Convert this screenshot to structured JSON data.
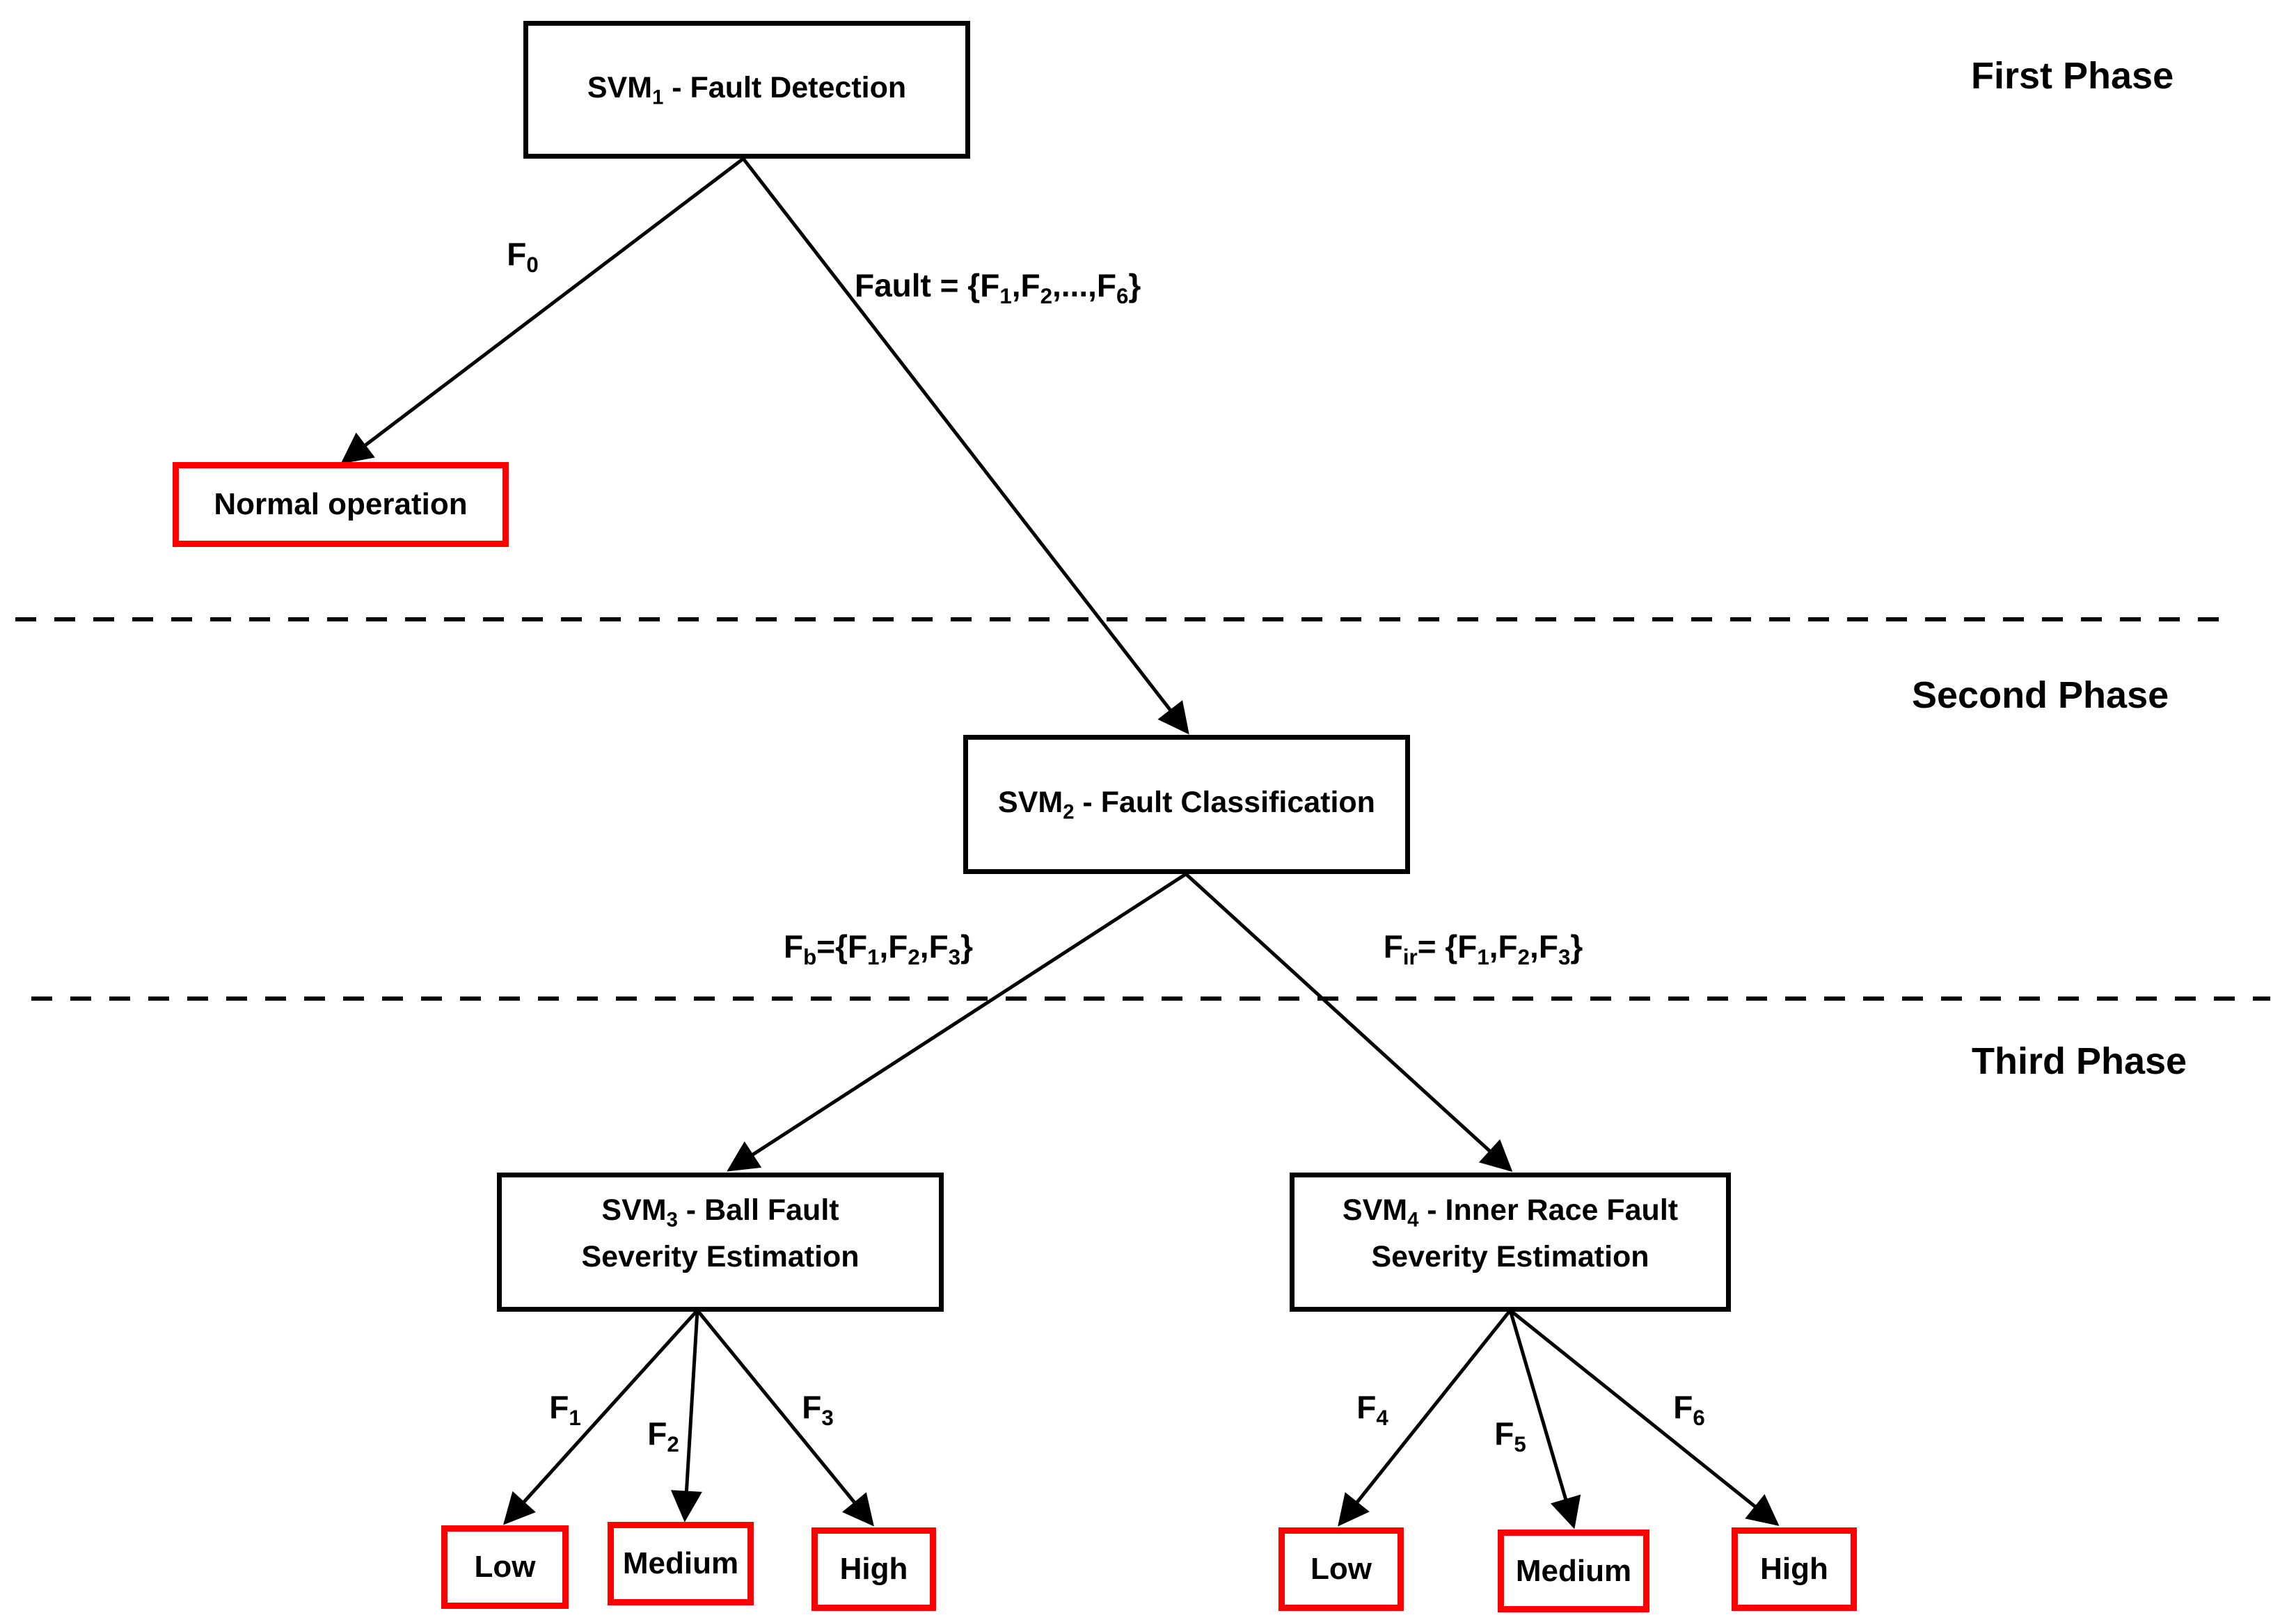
{
  "colors": {
    "leaf_border": "#ff0000",
    "line": "#000000"
  },
  "phases": {
    "first": "First Phase",
    "second": "Second Phase",
    "third": "Third Phase"
  },
  "nodes": {
    "svm1": {
      "label": [
        {
          "t": "SVM"
        },
        {
          "s": "1"
        },
        {
          "t": " - Fault Detection"
        }
      ]
    },
    "normal": {
      "label": "Normal operation"
    },
    "svm2": {
      "label": [
        {
          "t": "SVM"
        },
        {
          "s": "2"
        },
        {
          "t": " - Fault Classification"
        }
      ]
    },
    "svm3": {
      "line1": [
        {
          "t": "SVM"
        },
        {
          "s": "3"
        },
        {
          "t": " -  Ball Fault"
        }
      ],
      "line2": "Severity Estimation"
    },
    "svm4": {
      "line1": [
        {
          "t": "SVM"
        },
        {
          "s": "4"
        },
        {
          "t": " -  Inner Race Fault"
        }
      ],
      "line2": "Severity Estimation"
    },
    "ball_low": {
      "label": "Low"
    },
    "ball_medium": {
      "label": "Medium"
    },
    "ball_high": {
      "label": "High"
    },
    "inner_low": {
      "label": "Low"
    },
    "inner_medium": {
      "label": "Medium"
    },
    "inner_high": {
      "label": "High"
    }
  },
  "edge_labels": {
    "f0": [
      {
        "t": "F"
      },
      {
        "s": "0"
      }
    ],
    "fault_set": [
      {
        "t": "Fault = {F"
      },
      {
        "s": "1"
      },
      {
        "t": ",F"
      },
      {
        "s": "2"
      },
      {
        "t": ",...,F"
      },
      {
        "s": "6"
      },
      {
        "t": "}"
      }
    ],
    "fb": [
      {
        "t": "F"
      },
      {
        "s": "b"
      },
      {
        "t": "={F"
      },
      {
        "s": "1"
      },
      {
        "t": ",F"
      },
      {
        "s": "2"
      },
      {
        "t": ",F"
      },
      {
        "s": "3"
      },
      {
        "t": "}"
      }
    ],
    "fir": [
      {
        "t": "F"
      },
      {
        "s": "ir"
      },
      {
        "t": "= {F"
      },
      {
        "s": "1"
      },
      {
        "t": ",F"
      },
      {
        "s": "2"
      },
      {
        "t": ",F"
      },
      {
        "s": "3"
      },
      {
        "t": "}"
      }
    ],
    "f1": [
      {
        "t": "F"
      },
      {
        "s": "1"
      }
    ],
    "f2": [
      {
        "t": "F"
      },
      {
        "s": "2"
      }
    ],
    "f3": [
      {
        "t": "F"
      },
      {
        "s": "3"
      }
    ],
    "f4": [
      {
        "t": "F"
      },
      {
        "s": "4"
      }
    ],
    "f5": [
      {
        "t": "F"
      },
      {
        "s": "5"
      }
    ],
    "f6": [
      {
        "t": "F"
      },
      {
        "s": "6"
      }
    ]
  }
}
